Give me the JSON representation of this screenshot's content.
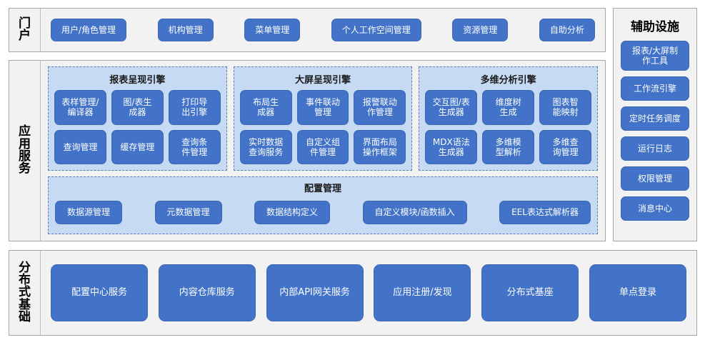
{
  "portal": {
    "band_label": "门户",
    "buttons": [
      {
        "label": "用户/角色管理",
        "name": "user-role-management"
      },
      {
        "label": "机构管理",
        "name": "organization-management"
      },
      {
        "label": "菜单管理",
        "name": "menu-management"
      },
      {
        "label": "个人工作空间管理",
        "name": "personal-workspace-management"
      },
      {
        "label": "资源管理",
        "name": "resource-management"
      },
      {
        "label": "自助分析",
        "name": "self-service-analysis"
      }
    ]
  },
  "aux": {
    "title": "辅助设施",
    "buttons": [
      {
        "label": "报表/大屏制\n作工具",
        "name": "report-dashboard-authoring-tool",
        "two_line": true
      },
      {
        "label": "工作流引擎",
        "name": "workflow-engine",
        "two_line": false
      },
      {
        "label": "定时任务调度",
        "name": "scheduled-task-scheduler",
        "two_line": false
      },
      {
        "label": "运行日志",
        "name": "runtime-log",
        "two_line": false
      },
      {
        "label": "权限管理",
        "name": "permission-management",
        "two_line": false
      },
      {
        "label": "消息中心",
        "name": "message-center",
        "two_line": false
      }
    ]
  },
  "app_services": {
    "band_label": "应用服务",
    "engines": [
      {
        "title": "报表呈现引擎",
        "name": "report-rendering-engine",
        "buttons": [
          {
            "label": "表样管理/\n编译器",
            "name": "report-template-management-compiler"
          },
          {
            "label": "图/表生\n成器",
            "name": "chart-table-generator"
          },
          {
            "label": "打印导\n出引擎",
            "name": "print-export-engine"
          },
          {
            "label": "查询管理",
            "name": "query-management"
          },
          {
            "label": "缓存管理",
            "name": "cache-management"
          },
          {
            "label": "查询条\n件管理",
            "name": "query-condition-management"
          }
        ]
      },
      {
        "title": "大屏呈现引擎",
        "name": "large-screen-rendering-engine",
        "buttons": [
          {
            "label": "布局生\n成器",
            "name": "layout-generator"
          },
          {
            "label": "事件联动\n管理",
            "name": "event-linkage-management"
          },
          {
            "label": "报警联动\n作管理",
            "name": "alarm-linkage-action-management"
          },
          {
            "label": "实时数据\n查询服务",
            "name": "realtime-data-query-service"
          },
          {
            "label": "自定义组\n件管理",
            "name": "custom-component-management"
          },
          {
            "label": "界面布局\n操作框架",
            "name": "ui-layout-operation-framework"
          }
        ]
      },
      {
        "title": "多维分析引擎",
        "name": "multidimensional-analysis-engine",
        "buttons": [
          {
            "label": "交互图/表\n生成器",
            "name": "interactive-chart-table-generator"
          },
          {
            "label": "维度树\n生成",
            "name": "dimension-tree-generation"
          },
          {
            "label": "图表智\n能映射",
            "name": "chart-intelligent-mapping"
          },
          {
            "label": "MDX语法\n生成器",
            "name": "mdx-syntax-generator"
          },
          {
            "label": "多维模\n型解析",
            "name": "multidimensional-model-parsing"
          },
          {
            "label": "多维查\n询管理",
            "name": "multidimensional-query-management"
          }
        ]
      }
    ],
    "config": {
      "title": "配置管理",
      "name": "configuration-management",
      "buttons": [
        {
          "label": "数据源管理",
          "name": "datasource-management"
        },
        {
          "label": "元数据管理",
          "name": "metadata-management"
        },
        {
          "label": "数据结构定义",
          "name": "data-structure-definition"
        },
        {
          "label": "自定义模块/函数插入",
          "name": "custom-module-function-insertion"
        },
        {
          "label": "EEL表达式解析器",
          "name": "eel-expression-parser"
        }
      ]
    }
  },
  "distributed": {
    "band_label": "分布式基础",
    "buttons": [
      {
        "label": "配置中心服务",
        "name": "config-center-service"
      },
      {
        "label": "内容仓库服务",
        "name": "content-repository-service"
      },
      {
        "label": "内部API网关服务",
        "name": "internal-api-gateway-service"
      },
      {
        "label": "应用注册/发现",
        "name": "application-registration-discovery"
      },
      {
        "label": "分布式基座",
        "name": "distributed-base"
      },
      {
        "label": "单点登录",
        "name": "single-sign-on"
      }
    ]
  },
  "colors": {
    "button_blue": "#4273c8",
    "panel_light_blue": "#c6daf4",
    "section_gray": "#f2f2f2",
    "border_gray": "#a6a6a6"
  }
}
